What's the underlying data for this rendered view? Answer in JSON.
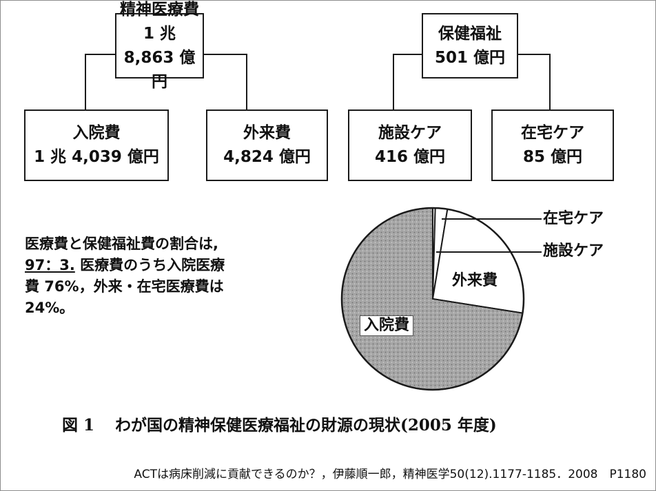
{
  "tree": {
    "medical": {
      "title": "精神医療費",
      "amount": "1 兆 8,863 億円"
    },
    "inpatient": {
      "title": "入院費",
      "amount": "1 兆 4,039 億円"
    },
    "outpatient": {
      "title": "外来費",
      "amount": "4,824 億円"
    },
    "welfare": {
      "title": "保健福祉",
      "amount": "501 億円"
    },
    "facility_care": {
      "title": "施設ケア",
      "amount": "416 億円"
    },
    "home_care": {
      "title": "在宅ケア",
      "amount": "85 億円"
    }
  },
  "summary": {
    "line1": "医療費と保健福祉費の割合は,",
    "ratio": "97：3.",
    "line2_rest": "医療費のうち入院医療",
    "line3": "費 76%，外来・在宅医療費は",
    "line4": "24%。"
  },
  "pie": {
    "labels": {
      "home_care": "在宅ケア",
      "facility_care": "施設ケア",
      "outpatient": "外来費",
      "inpatient": "入院費"
    },
    "colors": {
      "inpatient": "#9a9a9a",
      "outpatient": "#ffffff",
      "facility_care": "#ffffff",
      "home_care": "#ffffff",
      "outline": "#1a1a1a"
    }
  },
  "chart_data": {
    "type": "pie",
    "unit": "億円",
    "categories": [
      "入院費",
      "外来費",
      "施設ケア",
      "在宅ケア"
    ],
    "values": [
      14039,
      4824,
      416,
      85
    ]
  },
  "caption": {
    "figure_label": "図 1",
    "text": "わが国の精神保健医療福祉の財源の現状(2005 年度)"
  },
  "citation": "ACTは病床削減に貢献できるのか？，伊藤順一郎，精神医学50(12).1177-1185．2008　P1180"
}
